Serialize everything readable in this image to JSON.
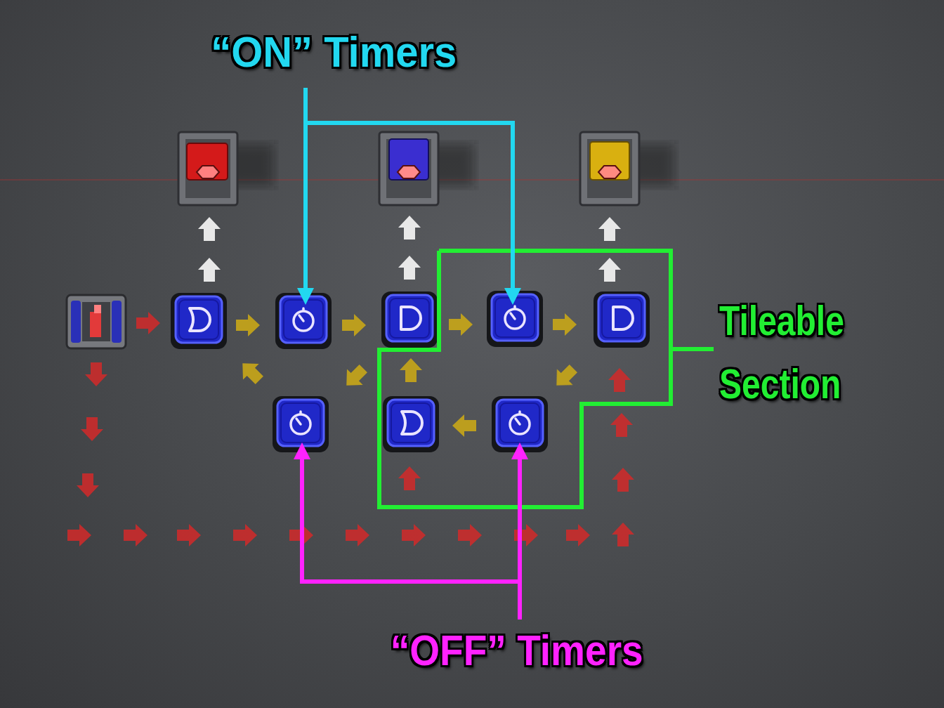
{
  "diagram": {
    "labels": [
      "“ON” Timers",
      "Tileable Section",
      "“OFF” Timers"
    ]
  }
}
